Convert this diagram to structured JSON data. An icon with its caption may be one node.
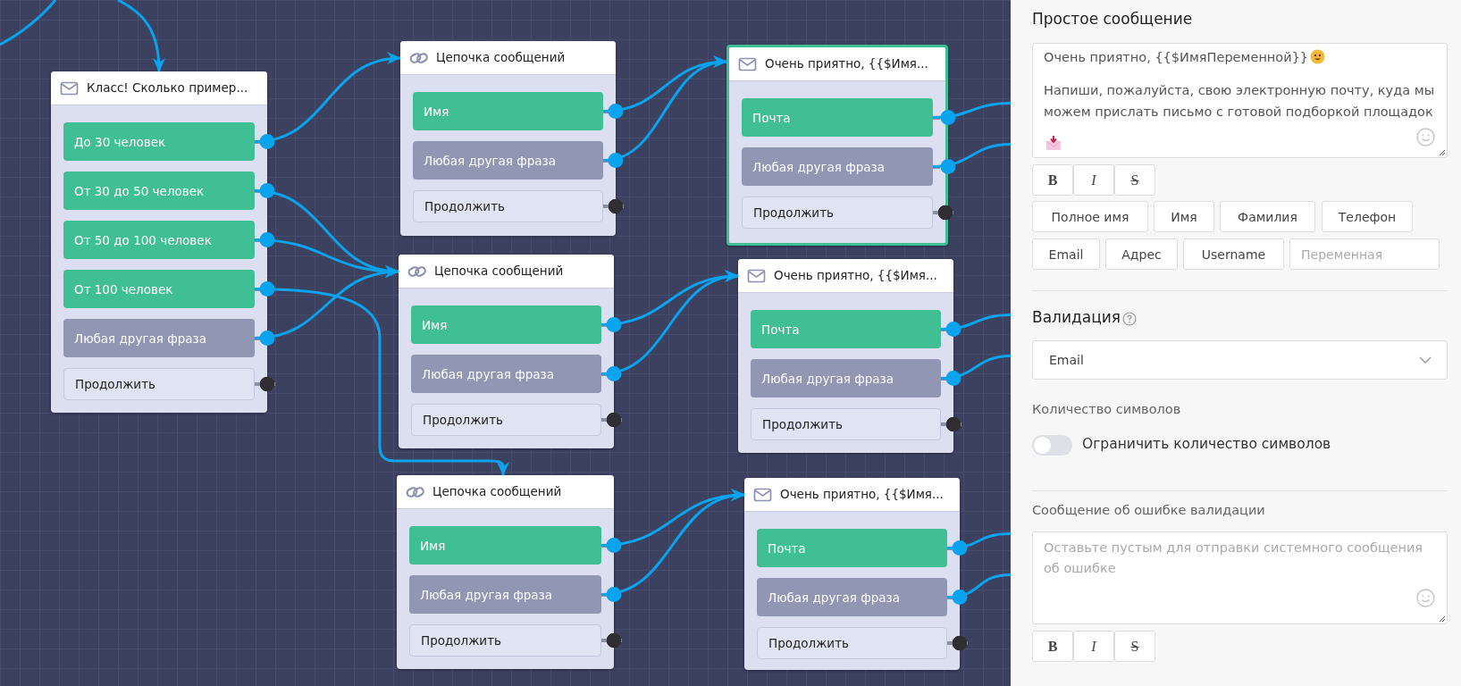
{
  "diagram": {
    "nodes": [
      {
        "text": [
          "Класс! Сколько пример..."
        ]
      },
      {
        "text": [
          "До 30 человек"
        ],
        "in": 0
      },
      {
        "text": [
          "От 30 до 50 человек"
        ],
        "in": 0
      },
      {
        "text": [
          "От 50 до 100 человек"
        ],
        "in": 0
      },
      {
        "text": [
          "От 100 человек"
        ],
        "in": 0
      },
      {
        "text": [
          "Любая другая фраза"
        ],
        "in": 0
      },
      {
        "text": [
          "Продолжить"
        ],
        "in": 0
      },
      {
        "text": [
          "Цепочка сообщений"
        ]
      },
      {
        "text": [
          "Имя"
        ],
        "in": 7
      },
      {
        "text": [
          "Любая другая фраза"
        ],
        "in": 7
      },
      {
        "text": [
          "Продолжить"
        ],
        "in": 7
      },
      {
        "text": [
          "Очень приятно, {{$Имя..."
        ]
      },
      {
        "text": [
          "Почта"
        ],
        "in": 11
      },
      {
        "text": [
          "Любая другая фраза"
        ],
        "in": 11
      },
      {
        "text": [
          "Продолжить"
        ],
        "in": 11
      },
      {
        "text": [
          "Цепочка сообщений"
        ]
      },
      {
        "text": [
          "Имя"
        ],
        "in": 15
      },
      {
        "text": [
          "Любая другая фраза"
        ],
        "in": 15
      },
      {
        "text": [
          "Продолжить"
        ],
        "in": 15
      },
      {
        "text": [
          "Очень приятно, {{$Имя..."
        ]
      },
      {
        "text": [
          "Почта"
        ],
        "in": 19
      },
      {
        "text": [
          "Любая другая фраза"
        ],
        "in": 19
      },
      {
        "text": [
          "Продолжить"
        ],
        "in": 19
      },
      {
        "text": [
          "Цепочка сообщений"
        ]
      },
      {
        "text": [
          "Имя"
        ],
        "in": 23
      },
      {
        "text": [
          "Любая другая фраза"
        ],
        "in": 23
      },
      {
        "text": [
          "Продолжить"
        ],
        "in": 23
      },
      {
        "text": [
          "Очень приятно, {{$Имя..."
        ]
      },
      {
        "text": [
          "Почта"
        ],
        "in": 27
      },
      {
        "text": [
          "Любая другая фраза"
        ],
        "in": 27
      },
      {
        "text": [
          "Продолжить"
        ],
        "in": 27
      }
    ],
    "edges": [
      {
        "from": null,
        "to": 0,
        "arrow": "to"
      },
      {
        "from": 1,
        "to": 7,
        "arrow": "to"
      },
      {
        "from": 2,
        "to": 15,
        "arrow": "to"
      },
      {
        "from": 3,
        "to": 15,
        "arrow": "to"
      },
      {
        "from": 4,
        "to": 23,
        "arrow": "to"
      },
      {
        "from": 5,
        "to": 15,
        "arrow": "to"
      },
      {
        "from": 8,
        "to": 11,
        "arrow": "to"
      },
      {
        "from": 9,
        "to": 11,
        "arrow": "to"
      },
      {
        "from": 12,
        "to": null,
        "arrow": "other"
      },
      {
        "from": 13,
        "to": null,
        "arrow": "other"
      },
      {
        "from": 16,
        "to": 19,
        "arrow": "to"
      },
      {
        "from": 17,
        "to": 19,
        "arrow": "to"
      },
      {
        "from": 20,
        "to": null,
        "arrow": "other"
      },
      {
        "from": 21,
        "to": null,
        "arrow": "other"
      },
      {
        "from": 24,
        "to": 27,
        "arrow": "to"
      },
      {
        "from": 25,
        "to": 27,
        "arrow": "to"
      },
      {
        "from": 28,
        "to": null,
        "arrow": "other"
      },
      {
        "from": 29,
        "to": null,
        "arrow": "other"
      }
    ],
    "labels": [
      "Простое сообщение",
      "Очень приятно, {{$ИмяПеременной}}",
      "Напиши, пожалуйста, свою электронную почту, куда мы можем прислать письмо с готовой подборкой площадок",
      "B",
      "I",
      "S",
      "Полное имя",
      "Имя",
      "Фамилия",
      "Телефон",
      "Email",
      "Адрес",
      "Username",
      "Переменная",
      "Валидация",
      "Email",
      "Количество символов",
      "Ограничить количество символов",
      "Сообщение об ошибке валидации",
      "Оставьте пустым для отправки системного сообщения об ошибке",
      "B",
      "I",
      "S"
    ]
  }
}
